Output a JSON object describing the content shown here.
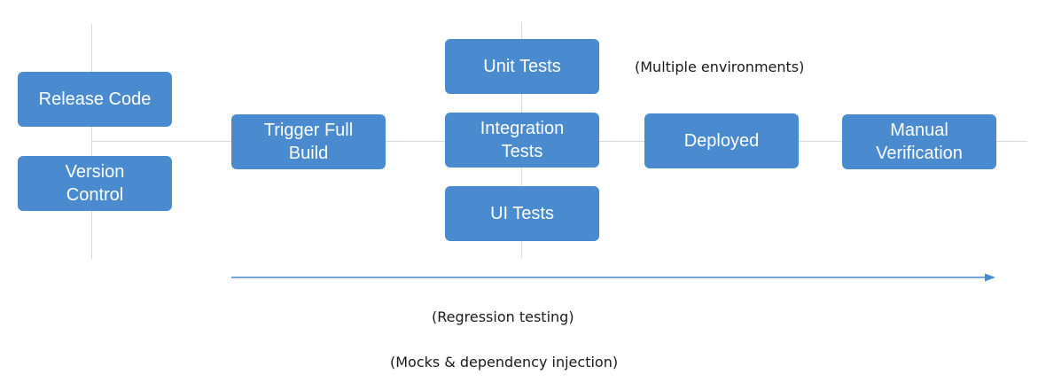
{
  "diagram": {
    "boxes": {
      "release_code": "Release Code",
      "version_control": "Version\nControl",
      "trigger_full_build": "Trigger Full\nBuild",
      "unit_tests": "Unit Tests",
      "integration_tests": "Integration\nTests",
      "ui_tests": "UI Tests",
      "deployed": "Deployed",
      "manual_verification": "Manual\nVerification"
    },
    "notes": {
      "multiple_environments": "(Multiple environments)",
      "regression_testing": "(Regression testing)",
      "mocks_dependency_injection": "(Mocks & dependency injection)"
    },
    "colors": {
      "box_fill": "#4a8bd0",
      "box_text": "#ffffff",
      "arrow": "#4a8bd0",
      "gridline": "#d9d9d9"
    }
  }
}
